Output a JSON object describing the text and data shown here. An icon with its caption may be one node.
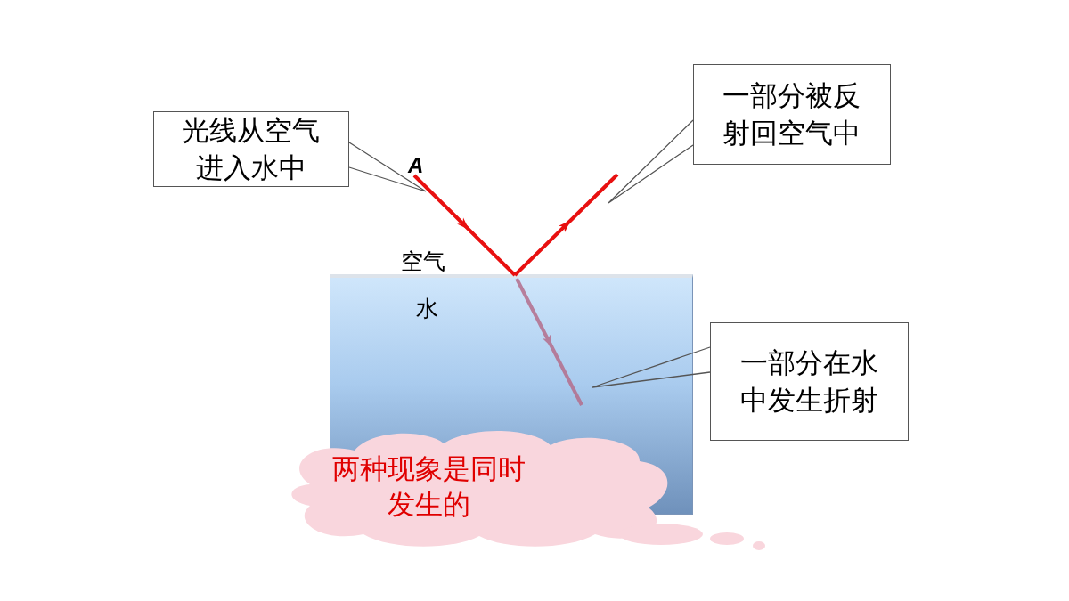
{
  "diagram": {
    "nodes": [
      {
        "text": [
          "光线从空气进入水中"
        ]
      },
      {
        "text": [
          "一部分被反射回空气中"
        ]
      },
      {
        "text": [
          "水"
        ]
      },
      {
        "text": [
          "一部分在水中发生折射"
        ]
      },
      {
        "text": [
          "两种现象是同时发生的"
        ]
      }
    ],
    "edges": [
      {
        "from": 0,
        "to": null,
        "arrow": "none"
      },
      {
        "from": 1,
        "to": null,
        "arrow": "none"
      },
      {
        "from": 3,
        "to": null,
        "arrow": "none"
      }
    ],
    "labels": [
      "A",
      "空气"
    ]
  }
}
